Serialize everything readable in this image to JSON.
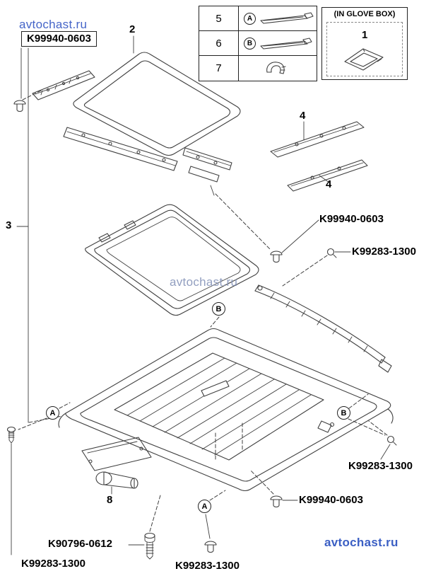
{
  "watermarks": {
    "top_left": "avtochast.ru",
    "center": "avtochast.ru",
    "bottom_right": "avtochast.ru"
  },
  "legend": {
    "rows": [
      {
        "num": "5",
        "marker": "A",
        "icon": "slide-rail-icon"
      },
      {
        "num": "6",
        "marker": "B",
        "icon": "slide-rail-icon"
      },
      {
        "num": "7",
        "marker": "",
        "icon": "drain-hose-icon"
      }
    ]
  },
  "glove_box": {
    "title": "(IN GLOVE BOX)",
    "number": "1"
  },
  "callouts": {
    "glass": "2",
    "frame_assembly": "3",
    "rail_upper": "4",
    "rail_lower": "4",
    "motor": "8",
    "marker_b_mid": "B",
    "marker_b_right": "B",
    "marker_a_left": "A",
    "marker_a_bottom": "A"
  },
  "part_labels": {
    "top_left_nut": "K99940-0603",
    "mid_grommet": "K99940-0603",
    "right_clip": "K99283-1300",
    "lower_right_clip": "K99283-1300",
    "bottom_nut": "K99940-0603",
    "bottom_bolt": "K90796-0612",
    "bottom_left_screw": "K99283-1300",
    "bottom_center_grommet": "K99283-1300"
  }
}
